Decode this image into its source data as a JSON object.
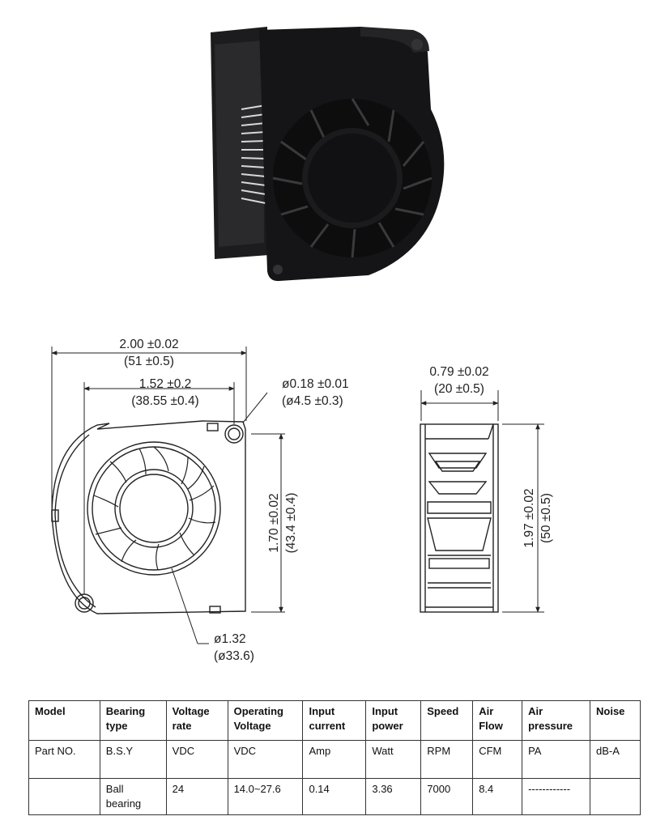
{
  "drawing": {
    "front": {
      "overall_width_in": "2.00 ±0.02",
      "overall_width_mm": "(51 ±0.5)",
      "hole_spacing_in": "1.52 ±0.2",
      "hole_spacing_mm": "(38.55 ±0.4)",
      "hole_dia_in": "ø0.18 ±0.01",
      "hole_dia_mm": "(ø4.5 ±0.3)",
      "height_in": "1.70 ±0.02",
      "height_mm": "(43.4 ±0.4)",
      "impeller_dia_in": "ø1.32",
      "impeller_dia_mm": "(ø33.6)"
    },
    "side": {
      "depth_in": "0.79 ±0.02",
      "depth_mm": "(20 ±0.5)",
      "height_in": "1.97 ±0.02",
      "height_mm": "(50 ±0.5)"
    }
  },
  "table": {
    "headers": [
      [
        "Model"
      ],
      [
        "Bearing",
        "type"
      ],
      [
        "Voltage",
        "rate"
      ],
      [
        "Operating",
        "Voltage"
      ],
      [
        "Input",
        "current"
      ],
      [
        "Input",
        "power"
      ],
      [
        "Speed"
      ],
      [
        "Air",
        "Flow"
      ],
      [
        "Air",
        "pressure"
      ],
      [
        "Noise"
      ]
    ],
    "units_row": [
      "Part NO.",
      "B.S.Y",
      "VDC",
      "VDC",
      "Amp",
      "Watt",
      "RPM",
      "CFM",
      "PA",
      "dB-A"
    ],
    "data_row": [
      "",
      "Ball bearing",
      "24",
      "14.0~27.6",
      "0.14",
      "3.36",
      "7000",
      "8.4",
      "------------",
      ""
    ]
  }
}
